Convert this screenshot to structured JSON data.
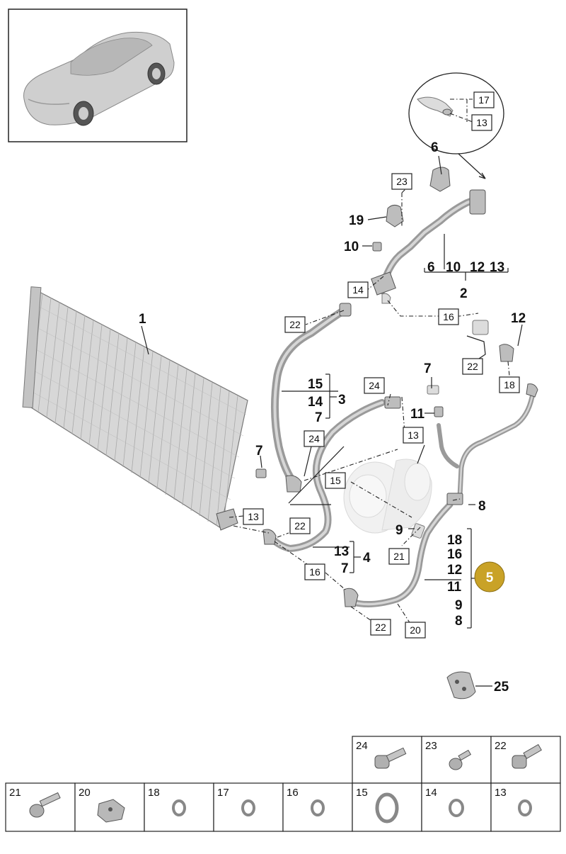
{
  "callouts": {
    "c1": "1",
    "c2": "2",
    "c3": "3",
    "c4": "4",
    "c5": "5",
    "c6": "6",
    "c7a": "7",
    "c7b": "7",
    "c7c": "7",
    "c7d": "7",
    "c8": "8",
    "c9": "9",
    "c10": "10",
    "c11": "11",
    "c12": "12",
    "c19": "19",
    "c25": "25"
  },
  "groups": {
    "g2": [
      "6",
      "10",
      "12",
      "13"
    ],
    "g3": [
      "15",
      "14",
      "7"
    ],
    "g4": [
      "13",
      "7"
    ],
    "g5": [
      "18",
      "16",
      "12",
      "11",
      "9",
      "8"
    ]
  },
  "boxed": {
    "b17": "17",
    "b13a": "13",
    "b23": "23",
    "b14": "14",
    "b22a": "22",
    "b16a": "16",
    "b22b": "22",
    "b18": "18",
    "b24a": "24",
    "b13b": "13",
    "b24b": "24",
    "b15": "15",
    "b13c": "13",
    "b22c": "22",
    "b21": "21",
    "b16b": "16",
    "b22d": "22",
    "b20": "20"
  },
  "parts_table": {
    "top_row": [
      "24",
      "23",
      "22"
    ],
    "bottom_row": [
      "21",
      "20",
      "18",
      "17",
      "16",
      "15",
      "14",
      "13"
    ]
  },
  "colors": {
    "highlight": "#c9a227",
    "ink": "#111111",
    "hose": "#9a9a9a"
  }
}
